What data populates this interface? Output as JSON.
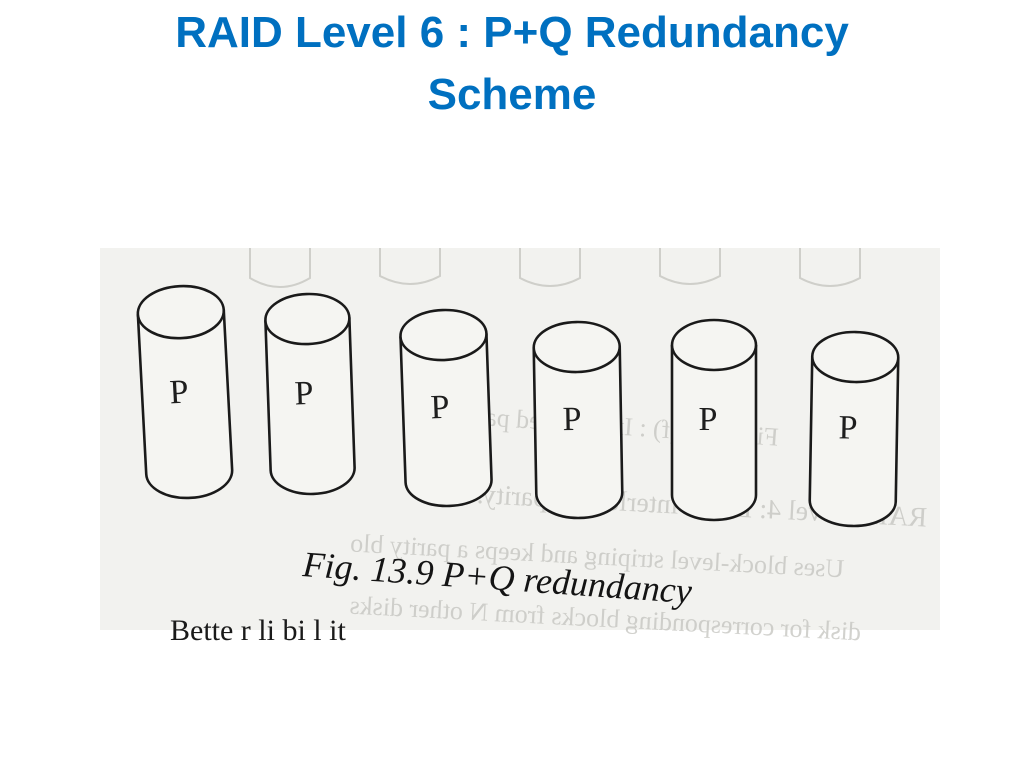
{
  "slide": {
    "title_line1": "RAID Level 6 : P+Q Redundancy",
    "title_line2": "Scheme",
    "title_color": "#0070c0"
  },
  "figure": {
    "kind": "scanned textbook figure",
    "disks": [
      {
        "label": "P"
      },
      {
        "label": "P"
      },
      {
        "label": "P"
      },
      {
        "label": "P"
      },
      {
        "label": "P"
      },
      {
        "label": "P"
      }
    ],
    "caption": "Fig. 13.9 P+Q redundancy",
    "cut_off_text": "Bette r  li bi l it",
    "bleed_through": {
      "line1": "Fig. 13.8 (f) : Interleaved parity",
      "line2": "RAID Level 4: Block interleaved parity.",
      "line3": "Uses block-level striping  and keeps a parity blo",
      "line4": "disk for corresponding blocks from N other disks"
    }
  }
}
